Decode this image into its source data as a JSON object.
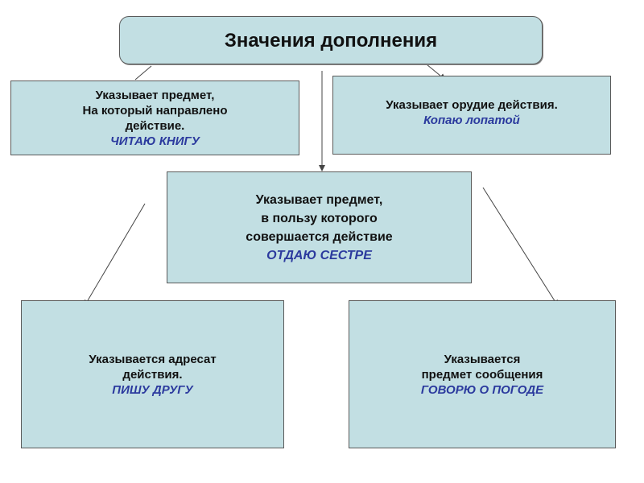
{
  "title": "Значения дополнения",
  "boxes": {
    "object": {
      "lines": [
        "Указывает предмет,",
        "На который направлено",
        "действие."
      ],
      "example": "ЧИТАЮ КНИГУ"
    },
    "instrument": {
      "lines": [
        "Указывает орудие действия."
      ],
      "example": "Копаю лопатой"
    },
    "benefit": {
      "lines": [
        "Указывает предмет,",
        "в пользу которого",
        "совершается действие"
      ],
      "example": "ОТДАЮ СЕСТРЕ"
    },
    "addressee": {
      "lines": [
        "Указывается адресат",
        "действия."
      ],
      "example": "ПИШУ ДРУГУ"
    },
    "topic": {
      "lines": [
        "Указывается",
        "предмет сообщения"
      ],
      "example": "ГОВОРЮ О ПОГОДЕ"
    }
  },
  "colors": {
    "box_fill": "#c2dfe3",
    "border": "#5a5a5a",
    "example_text": "#2b3a9e",
    "arrow": "#444444"
  }
}
